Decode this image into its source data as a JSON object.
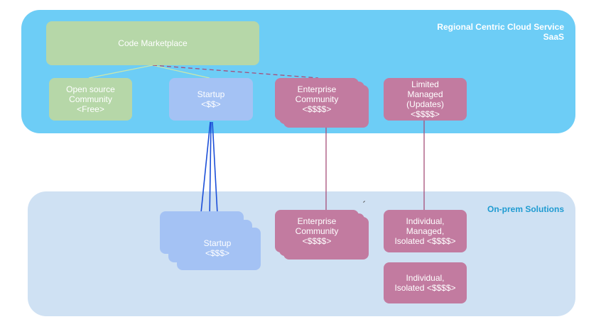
{
  "cloud_panel": {
    "title_line1": "Regional Centric Cloud Service",
    "title_line2": "SaaS"
  },
  "onprem_panel": {
    "title": "On-prem Solutions"
  },
  "boxes": {
    "code_marketplace": "Code Marketplace",
    "open_source": "Open source\nCommunity\n<Free>",
    "startup_cloud": "Startup\n<$$>",
    "enterprise_cloud": "Enterprise\nCommunity\n<$$$$>",
    "limited_managed": "Limited\nManaged\n(Updates)\n<$$$$>",
    "startup_onprem": "Startup\n<$$$>",
    "enterprise_onprem": "Enterprise\nCommunity\n<$$$$>",
    "individual_managed": "Individual,\nManaged,\nIsolated <$$$$>",
    "individual_isolated": "Individual,\nIsolated <$$$$>"
  },
  "colors": {
    "cloud_panel": "#6dcdf6",
    "onprem_panel": "#cfe1f3",
    "green": "#b6d7a8",
    "blue": "#a4c2f4",
    "pink": "#c27ba0",
    "connector_blue": "#1c4fd8",
    "connector_pink": "#a64d79"
  }
}
